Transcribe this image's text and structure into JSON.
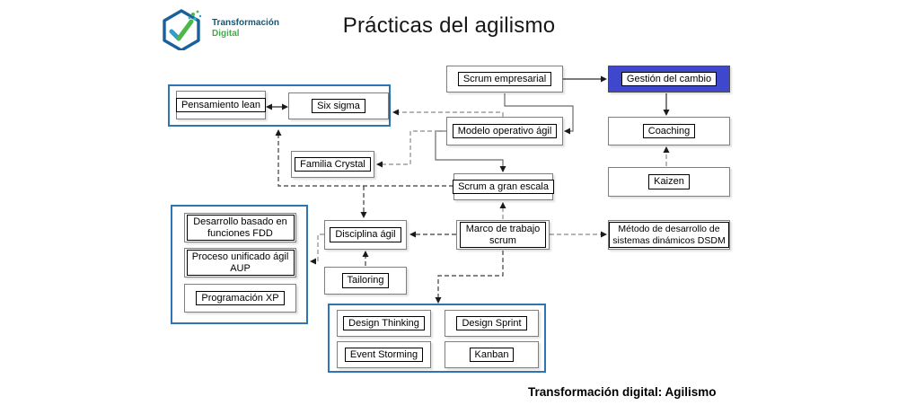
{
  "header": {
    "title": "Prácticas del agilismo",
    "logo_line1": "Transformación",
    "logo_line2": "Digital"
  },
  "footer": {
    "caption": "Transformación digital: Agilismo"
  },
  "diagram": {
    "highlight_color": "#3f48cc",
    "group_border_color": "#2e75b6",
    "nodes": {
      "pensamiento_lean": "Pensamiento lean",
      "six_sigma": "Six sigma",
      "familia_crystal": "Familia Crystal",
      "scrum_empresarial": "Scrum empresarial",
      "gestion_del_cambio": "Gestión del cambio",
      "modelo_operativo_agil": "Modelo operativo ágil",
      "coaching": "Coaching",
      "scrum_a_gran_escala": "Scrum a gran escala",
      "kaizen": "Kaizen",
      "disciplina_agil": "Disciplina ágil",
      "marco_de_trabajo_scrum": "Marco de trabajo scrum",
      "metodo_dsdm": "Método de desarrollo de sistemas dinámicos DSDM",
      "tailoring": "Tailoring",
      "desarrollo_fdd": "Desarrollo basado en funciones FDD",
      "proceso_aup": "Proceso unificado ágil AUP",
      "programacion_xp": "Programación XP",
      "design_thinking": "Design Thinking",
      "design_sprint": "Design Sprint",
      "event_storming": "Event Storming",
      "kanban": "Kanban"
    }
  }
}
